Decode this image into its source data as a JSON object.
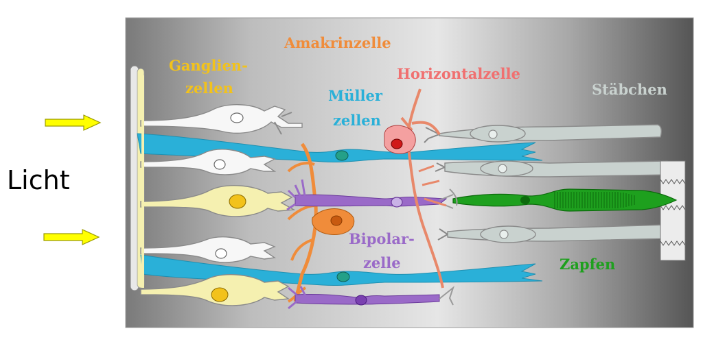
{
  "labels": {
    "licht": "Licht",
    "ganglion_line1": "Ganglien-",
    "ganglion_line2": "zellen",
    "amakrin": "Amakrinzelle",
    "horizontal": "Horizontalzelle",
    "mueller_line1": "Müller",
    "mueller_line2": "zellen",
    "staebchen": "Stäbchen",
    "bipolar_line1": "Bipolar-",
    "bipolar_line2": "zelle",
    "zapfen": "Zapfen"
  },
  "colors": {
    "ganglion_label": "#f2c21b",
    "ganglion_yellow_cell": "#f5f0b0",
    "ganglion_nucleus": "#f2c21b",
    "white_cell": "#f7f7f7",
    "amakrin": "#f08c3a",
    "horizontal_label": "#f07070",
    "horizontal_cell": "#f4a0a0",
    "horizontal_nucleus": "#d01818",
    "horizontal_axon": "#e8886a",
    "mueller": "#2ab0d8",
    "mueller_nucleus": "#24a088",
    "staebchen": "#c9d2cf",
    "bipolar": "#9a6ac8",
    "bipolar_nucleus": "#7a40b0",
    "zapfen": "#1ea01e",
    "zapfen_dark": "#0c6a0c",
    "arrow": "#ffff00",
    "arrow_outline": "#9a9a00",
    "licht_text": "#000000"
  }
}
